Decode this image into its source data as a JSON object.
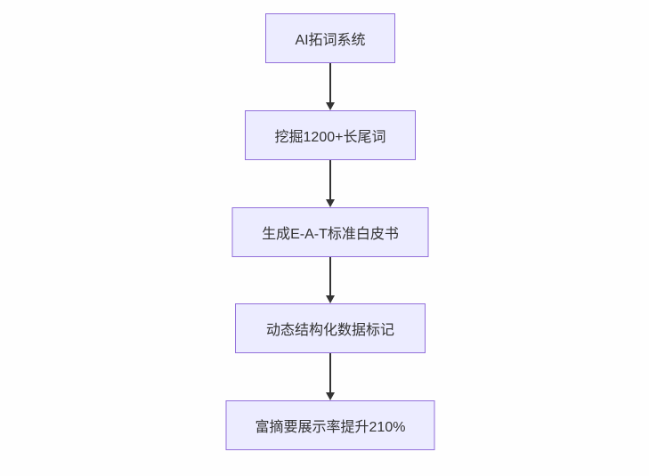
{
  "flowchart": {
    "type": "flowchart",
    "direction": "top-down",
    "nodes": [
      {
        "label": "AI拓词系统"
      },
      {
        "label": "挖掘1200+长尾词"
      },
      {
        "label": "生成E-A-T标准白皮书"
      },
      {
        "label": "动态结构化数据标记"
      },
      {
        "label": "富摘要展示率提升210%"
      }
    ],
    "edges": [
      {
        "from": 0,
        "to": 1,
        "style": "arrow-down"
      },
      {
        "from": 1,
        "to": 2,
        "style": "arrow-down"
      },
      {
        "from": 2,
        "to": 3,
        "style": "arrow-down"
      },
      {
        "from": 3,
        "to": 4,
        "style": "arrow-down"
      }
    ],
    "colors": {
      "node_fill": "#ECECFF",
      "node_border": "#9370DB",
      "node_text": "#333333",
      "arrow": "#333333",
      "background": "#FEFEFE"
    }
  }
}
